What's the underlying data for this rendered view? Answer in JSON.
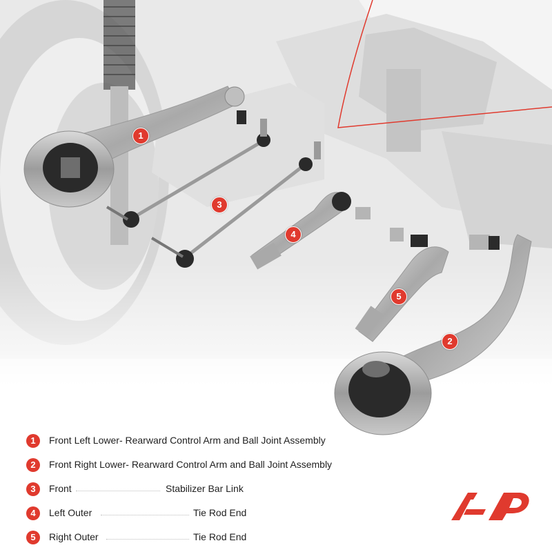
{
  "legend": [
    {
      "num": "1",
      "label": "Front Left Lower- Rearward Control Arm and Ball Joint Assembly"
    },
    {
      "num": "2",
      "label": "Front Right Lower- Rearward Control Arm and Ball Joint Assembly"
    },
    {
      "num": "3",
      "position": "Front",
      "part": "Stabilizer Bar Link"
    },
    {
      "num": "4",
      "position": "Left Outer",
      "part": "Tie Rod End"
    },
    {
      "num": "5",
      "position": "Right Outer",
      "part": "Tie Rod End"
    }
  ],
  "callouts": [
    "1",
    "2",
    "3",
    "4",
    "5"
  ],
  "colors": {
    "accent": "#e03a2e"
  },
  "logo_icon": "brand-logo-icon"
}
